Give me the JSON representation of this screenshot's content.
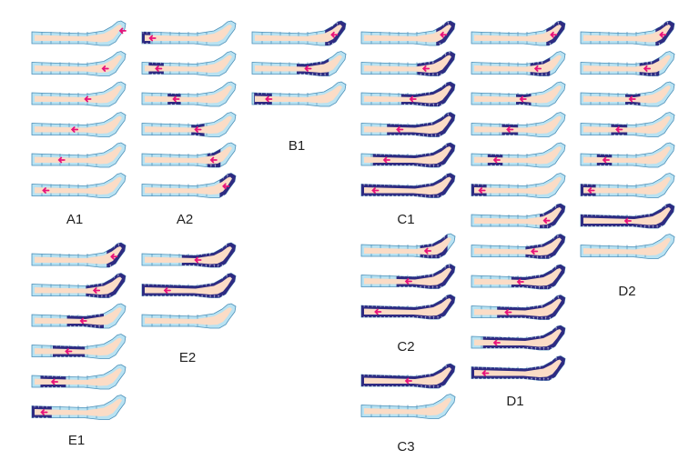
{
  "colors": {
    "leg_fill": "#fbdcc6",
    "cuff_light": "#b8e2f2",
    "cuff_dark": "#2e2b82",
    "outline": "#4a8fb8",
    "arrow": "#e8137a",
    "mark": "#ffffff",
    "label": "#222222"
  },
  "icons": {
    "leg": "leg-icon",
    "arrow": "pressure-arrow-icon",
    "chamber_marks": "chamber-pressure-mark"
  },
  "groups": [
    {
      "label": "A1",
      "legs": [
        {
          "inflated": [
            1,
            1
          ],
          "arrow": 1.0
        },
        {
          "inflated": [
            0.8,
            0.8
          ],
          "arrow": 0.8
        },
        {
          "inflated": [
            0.6,
            0.6
          ],
          "arrow": 0.6
        },
        {
          "inflated": [
            0.45,
            0.45
          ],
          "arrow": 0.45
        },
        {
          "inflated": [
            0.3,
            0.3
          ],
          "arrow": 0.3
        },
        {
          "inflated": [
            0.12,
            0.12
          ],
          "arrow": 0.12
        }
      ]
    },
    {
      "label": "A2",
      "legs": [
        {
          "inflated": [
            0,
            0.08
          ],
          "arrow": 0.08
        },
        {
          "inflated": [
            0.1,
            0.22
          ],
          "arrow": 0.15
        },
        {
          "inflated": [
            0.3,
            0.4
          ],
          "arrow": 0.35
        },
        {
          "inflated": [
            0.55,
            0.65
          ],
          "arrow": 0.6
        },
        {
          "inflated": [
            0.72,
            0.82
          ],
          "arrow": 0.78
        },
        {
          "inflated": [
            0.85,
            1
          ],
          "arrow": 0.92
        }
      ]
    },
    {
      "label": "B1",
      "legs": [
        {
          "inflated": [
            0.8,
            1
          ],
          "arrow": 0.9
        },
        {
          "inflated": [
            0.5,
            0.8
          ],
          "arrow": 0.6
        },
        {
          "inflated": [
            0.05,
            0.2
          ],
          "arrow": 0.15
        }
      ]
    },
    {
      "label": "C1",
      "legs": [
        {
          "inflated": [
            0.82,
            1
          ],
          "arrow": 0.9
        },
        {
          "inflated": [
            0.62,
            1
          ],
          "arrow": 0.7
        },
        {
          "inflated": [
            0.45,
            1
          ],
          "arrow": 0.55
        },
        {
          "inflated": [
            0.3,
            1
          ],
          "arrow": 0.4
        },
        {
          "inflated": [
            0.15,
            1
          ],
          "arrow": 0.25
        },
        {
          "inflated": [
            0.02,
            1
          ],
          "arrow": 0.12
        }
      ]
    },
    {
      "label": "C2",
      "legs": [
        {
          "inflated": [
            0.65,
            0.9
          ],
          "arrow": 0.72
        },
        {
          "inflated": [
            0.4,
            1
          ],
          "arrow": 0.5
        },
        {
          "inflated": [
            0.02,
            1
          ],
          "arrow": 0.15
        }
      ]
    },
    {
      "label": "C3",
      "legs": [
        {
          "inflated": [
            0.02,
            1
          ],
          "arrow": 0.5
        },
        {
          "inflated": [
            0,
            0
          ],
          "arrow": -1
        }
      ]
    },
    {
      "label": "D1",
      "legs": [
        {
          "inflated": [
            0.82,
            1
          ],
          "arrow": 0.9
        },
        {
          "inflated": [
            0.65,
            0.82
          ],
          "arrow": 0.72
        },
        {
          "inflated": [
            0.5,
            0.62
          ],
          "arrow": 0.55
        },
        {
          "inflated": [
            0.35,
            0.48
          ],
          "arrow": 0.4
        },
        {
          "inflated": [
            0.2,
            0.32
          ],
          "arrow": 0.25
        },
        {
          "inflated": [
            0.02,
            0.15
          ],
          "arrow": 0.08
        },
        {
          "inflated": [
            0.75,
            1
          ],
          "arrow": 0.82
        },
        {
          "inflated": [
            0.6,
            1
          ],
          "arrow": 0.68
        },
        {
          "inflated": [
            0.45,
            1
          ],
          "arrow": 0.52
        },
        {
          "inflated": [
            0.3,
            1
          ],
          "arrow": 0.38
        },
        {
          "inflated": [
            0.15,
            1
          ],
          "arrow": 0.25
        },
        {
          "inflated": [
            0.02,
            1
          ],
          "arrow": 0.12
        }
      ]
    },
    {
      "label": "D2",
      "legs": [
        {
          "inflated": [
            0.82,
            1
          ],
          "arrow": 0.9
        },
        {
          "inflated": [
            0.65,
            0.82
          ],
          "arrow": 0.72
        },
        {
          "inflated": [
            0.5,
            0.62
          ],
          "arrow": 0.55
        },
        {
          "inflated": [
            0.35,
            0.48
          ],
          "arrow": 0.4
        },
        {
          "inflated": [
            0.2,
            0.32
          ],
          "arrow": 0.25
        },
        {
          "inflated": [
            0.02,
            0.15
          ],
          "arrow": 0.08
        },
        {
          "inflated": [
            0.02,
            1
          ],
          "arrow": 0.5
        },
        {
          "inflated": [
            0,
            0
          ],
          "arrow": -1
        }
      ]
    },
    {
      "label": "E1",
      "legs": [
        {
          "inflated": [
            0.82,
            1
          ],
          "arrow": 0.9
        },
        {
          "inflated": [
            0.6,
            1
          ],
          "arrow": 0.7
        },
        {
          "inflated": [
            0.4,
            0.75
          ],
          "arrow": 0.55
        },
        {
          "inflated": [
            0.25,
            0.55
          ],
          "arrow": 0.38
        },
        {
          "inflated": [
            0.12,
            0.35
          ],
          "arrow": 0.22
        },
        {
          "inflated": [
            0.02,
            0.2
          ],
          "arrow": 0.1
        }
      ]
    },
    {
      "label": "E2",
      "legs": [
        {
          "inflated": [
            0.45,
            1
          ],
          "arrow": 0.6
        },
        {
          "inflated": [
            0.02,
            1
          ],
          "arrow": 0.25
        },
        {
          "inflated": [
            0,
            0
          ],
          "arrow": -1
        }
      ]
    }
  ]
}
